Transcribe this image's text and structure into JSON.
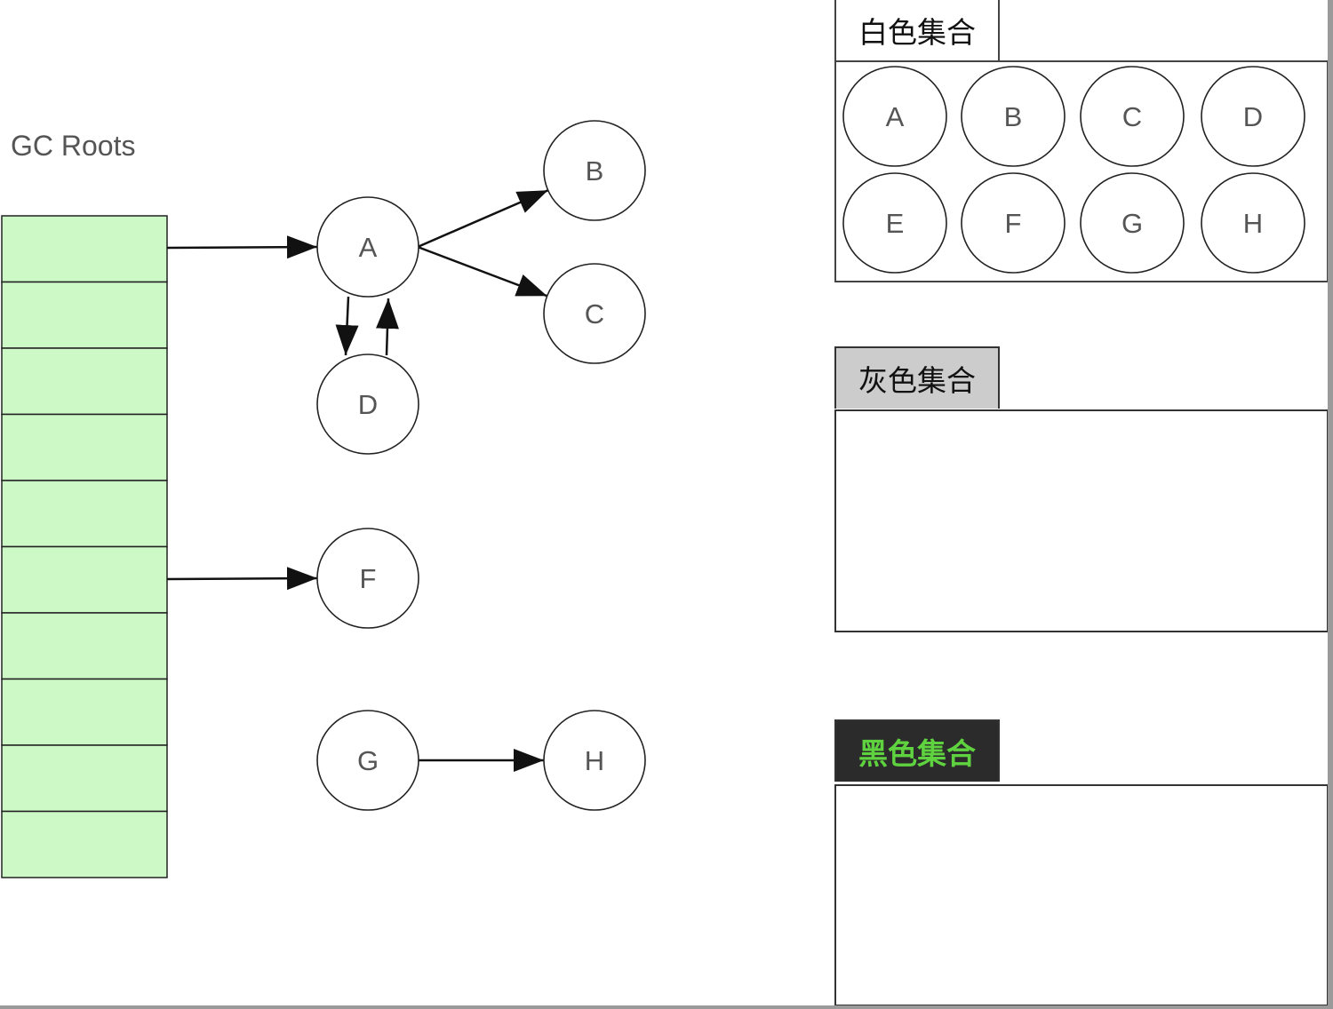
{
  "gc_roots": {
    "title": "GC Roots",
    "slot_count": 10,
    "fill_color": "#ccf9c6"
  },
  "objects": [
    {
      "id": "A",
      "label": "A"
    },
    {
      "id": "B",
      "label": "B"
    },
    {
      "id": "C",
      "label": "C"
    },
    {
      "id": "D",
      "label": "D"
    },
    {
      "id": "F",
      "label": "F"
    },
    {
      "id": "G",
      "label": "G"
    },
    {
      "id": "H",
      "label": "H"
    }
  ],
  "references": [
    {
      "from": "root-0",
      "to": "A"
    },
    {
      "from": "root-5",
      "to": "F"
    },
    {
      "from": "A",
      "to": "B"
    },
    {
      "from": "A",
      "to": "C"
    },
    {
      "from": "A",
      "to": "D"
    },
    {
      "from": "D",
      "to": "A"
    },
    {
      "from": "G",
      "to": "H"
    }
  ],
  "sets": {
    "white": {
      "label": "白色集合",
      "members": [
        "A",
        "B",
        "C",
        "D",
        "E",
        "F",
        "G",
        "H"
      ],
      "tab_color": "#ffffff",
      "text_color": "#111111"
    },
    "gray": {
      "label": "灰色集合",
      "members": [],
      "tab_color": "#cccccc",
      "text_color": "#111111"
    },
    "black": {
      "label": "黑色集合",
      "members": [],
      "tab_color": "#2b2b2b",
      "text_color": "#5fd33f"
    }
  },
  "footer_clipped_text": "...."
}
